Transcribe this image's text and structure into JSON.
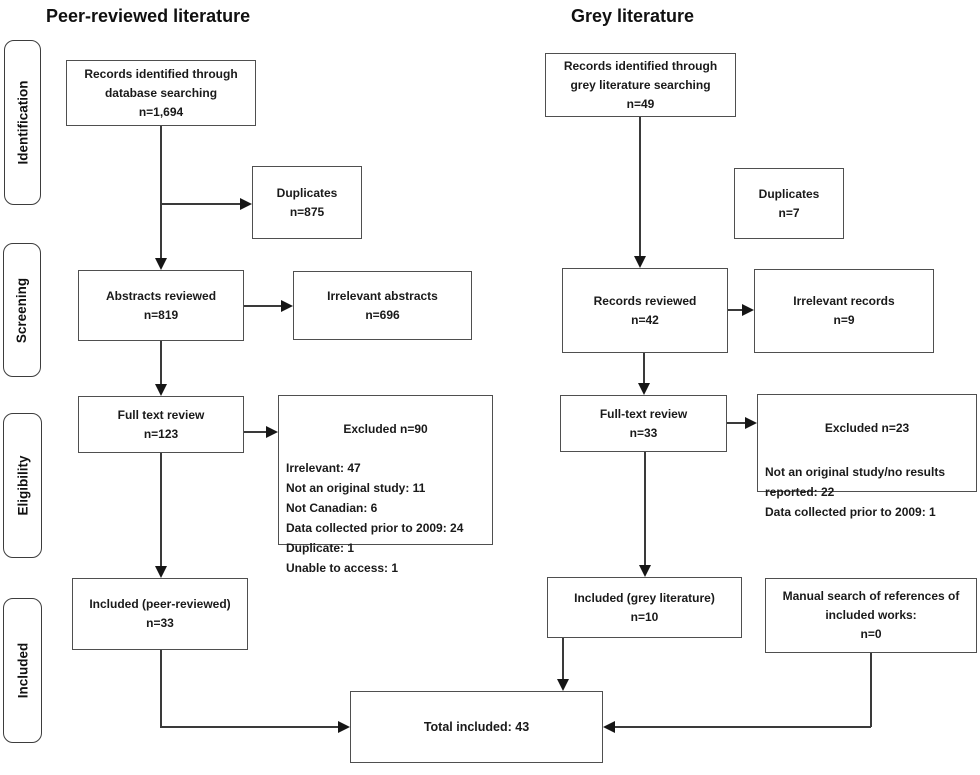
{
  "colors": {
    "box_border": "#4f4f4f",
    "connector": "#3a3a3a",
    "arrow": "#161616",
    "text": "#1a1a1a",
    "bg": "#ffffff"
  },
  "headers": {
    "peer": "Peer-reviewed literature",
    "grey": "Grey literature"
  },
  "stages": {
    "identification": "Identification",
    "screening": "Screening",
    "eligibility": "Eligibility",
    "included": "Included"
  },
  "peer": {
    "records": "Records identified through\ndatabase searching\nn=1,694",
    "duplicates": "Duplicates\nn=875",
    "abstracts": "Abstracts reviewed\nn=819",
    "irrelevant_abstracts": "Irrelevant abstracts\nn=696",
    "full_text": "Full text review\nn=123",
    "excluded_title": "Excluded n=90",
    "excluded_details": "Irrelevant: 47\nNot an original study: 11\nNot Canadian: 6\nData collected prior to 2009: 24\nDuplicate: 1\nUnable to access: 1",
    "included": "Included (peer-reviewed)\nn=33"
  },
  "grey": {
    "records": "Records identified through\ngrey literature searching\nn=49",
    "duplicates": "Duplicates\nn=7",
    "records_reviewed": "Records reviewed\nn=42",
    "irrelevant_records": "Irrelevant records\nn=9",
    "full_text": "Full-text review\nn=33",
    "excluded_title": "Excluded n=23",
    "excluded_details": "Not an original study/no results reported: 22\nData collected prior to 2009: 1",
    "included": "Included (grey literature)\nn=10",
    "manual_search": "Manual search of references of\nincluded works:\nn=0"
  },
  "total": "Total included: 43"
}
